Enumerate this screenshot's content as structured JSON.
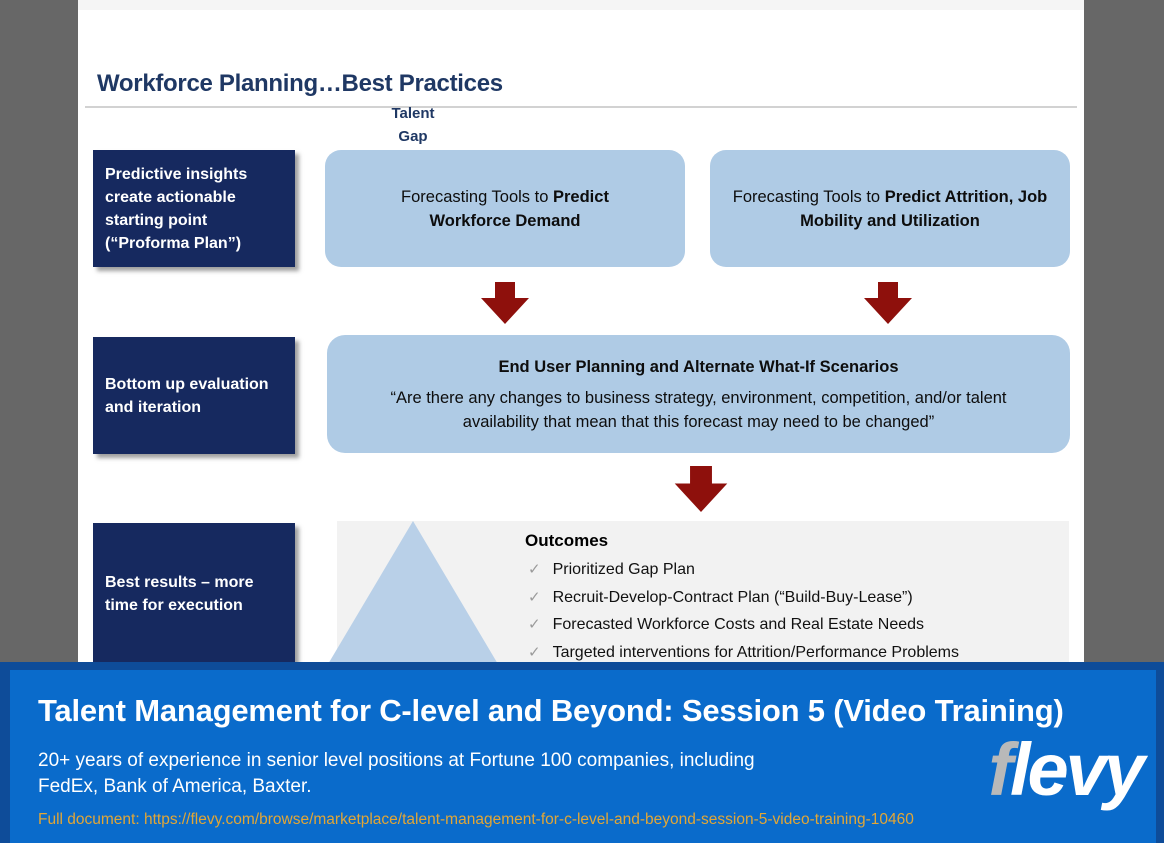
{
  "slide": {
    "title": "Workforce Planning…Best Practices",
    "left_boxes": [
      "Predictive insights create actionable starting point (“Proforma Plan”)",
      "Bottom up evaluation and iteration",
      "Best results – more time for execution"
    ],
    "forecast_boxes": [
      {
        "prefix": "Forecasting Tools to ",
        "bold": "Predict Workforce Demand"
      },
      {
        "prefix": "Forecasting Tools to ",
        "bold": "Predict Attrition, Job Mobility and Utilization"
      }
    ],
    "end_user_box": {
      "heading": "End User Planning and Alternate What-If Scenarios",
      "quote": "“Are there any changes to business strategy, environment, competition, and/or talent availability that mean that this forecast may need to be changed”"
    },
    "triangle_label": "Talent\nGap",
    "outcomes": {
      "heading": "Outcomes",
      "check": "✓",
      "items": [
        "Prioritized Gap Plan",
        "Recruit-Develop-Contract Plan (“Build-Buy-Lease”)",
        "Forecasted Workforce Costs and Real Estate Needs",
        "Targeted interventions for Attrition/Performance Problems"
      ]
    }
  },
  "banner": {
    "title": "Talent Management for C-level and Beyond: Session 5 (Video Training)",
    "subtitle": "20+ years of experience in senior level positions at Fortune 100 companies, including\nFedEx, Bank of America, Baxter.",
    "link": "Full document: https://flevy.com/browse/marketplace/talent-management-for-c-level-and-beyond-session-5-video-training-10460",
    "logo": {
      "first": "f",
      "rest": "levy"
    }
  },
  "colors": {
    "background_gray": "#676767",
    "navy_box": "#16295F",
    "title_navy": "#1F3864",
    "light_blue_box": "#AFCBE5",
    "triangle_blue": "#B9D0E8",
    "arrow_red": "#8E100C",
    "outcomes_panel_gray": "#F2F2F2",
    "check_gray": "#9B9B9B",
    "banner_outer_blue": "#0E4C99",
    "banner_inner_blue": "#0A6BCB",
    "link_gold": "#E2A636",
    "logo_f_gray": "#B9B9B9"
  }
}
